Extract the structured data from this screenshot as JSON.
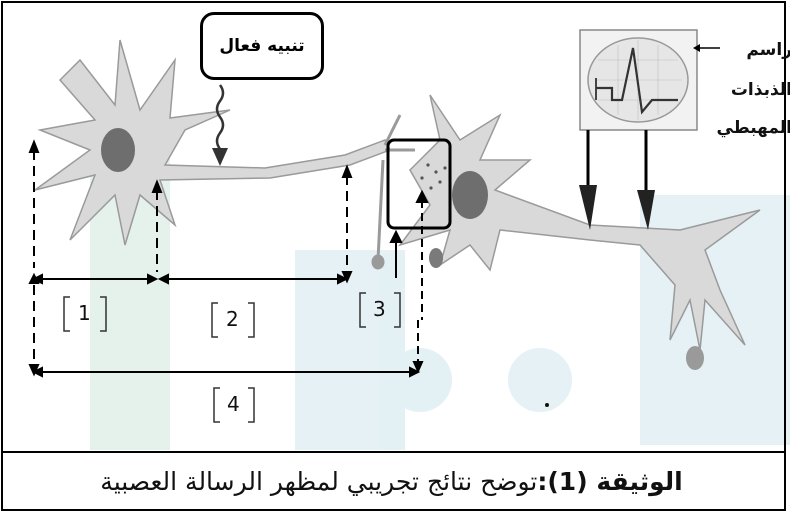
{
  "stimulus_label": "تنبيه فعال",
  "oscilloscope_label": {
    "line1": "راسم",
    "line2": "الذبذات",
    "line3": "المهبطي"
  },
  "segments": [
    "1",
    "2",
    "3",
    "4"
  ],
  "caption": {
    "title": "الوثيقة (1):",
    "text": "توضح نتائج تجريبي لمظهر الرسالة العصبية"
  },
  "colors": {
    "neuron_fill": "#d9d9d9",
    "neuron_stroke": "#9a9a9a",
    "nucleus": "#6e6e6e",
    "watermark_green": "#cfe7dc",
    "watermark_teal": "#cfe6ec",
    "oscilloscope_screen": "#e6e6e6"
  }
}
